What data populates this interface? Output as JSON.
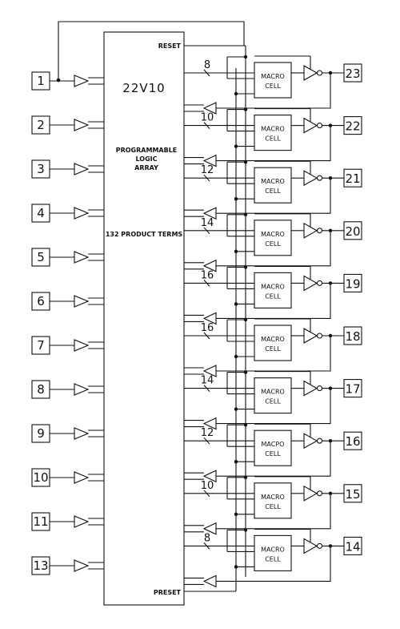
{
  "chip": {
    "name": "22V10",
    "array_label": [
      "PROGRAMMABLE",
      "LOGIC",
      "ARRAY"
    ],
    "product_terms": "132 PRODUCT TERMS",
    "reset": "RESET",
    "preset": "PRESET"
  },
  "input_pins": [
    "1",
    "2",
    "3",
    "4",
    "5",
    "6",
    "7",
    "8",
    "9",
    "10",
    "11",
    "13"
  ],
  "macrocells": [
    {
      "pin": "23",
      "terms": "8",
      "label": [
        "MACRO",
        "CELL"
      ]
    },
    {
      "pin": "22",
      "terms": "10",
      "label": [
        "MACRO",
        "CELL"
      ]
    },
    {
      "pin": "21",
      "terms": "12",
      "label": [
        "MACRO",
        "CELL"
      ]
    },
    {
      "pin": "20",
      "terms": "14",
      "label": [
        "MACRO",
        "CELL"
      ]
    },
    {
      "pin": "19",
      "terms": "16",
      "label": [
        "MACRO",
        "CELL"
      ]
    },
    {
      "pin": "18",
      "terms": "16",
      "label": [
        "MACRO",
        "CELL"
      ]
    },
    {
      "pin": "17",
      "terms": "14",
      "label": [
        "MACRO",
        "CELL"
      ]
    },
    {
      "pin": "16",
      "terms": "12",
      "label": [
        "MACPO",
        "CELL"
      ]
    },
    {
      "pin": "15",
      "terms": "10",
      "label": [
        "MACRO",
        "CELL"
      ]
    },
    {
      "pin": "14",
      "terms": "8",
      "label": [
        "MACRO",
        "CELL"
      ]
    }
  ]
}
